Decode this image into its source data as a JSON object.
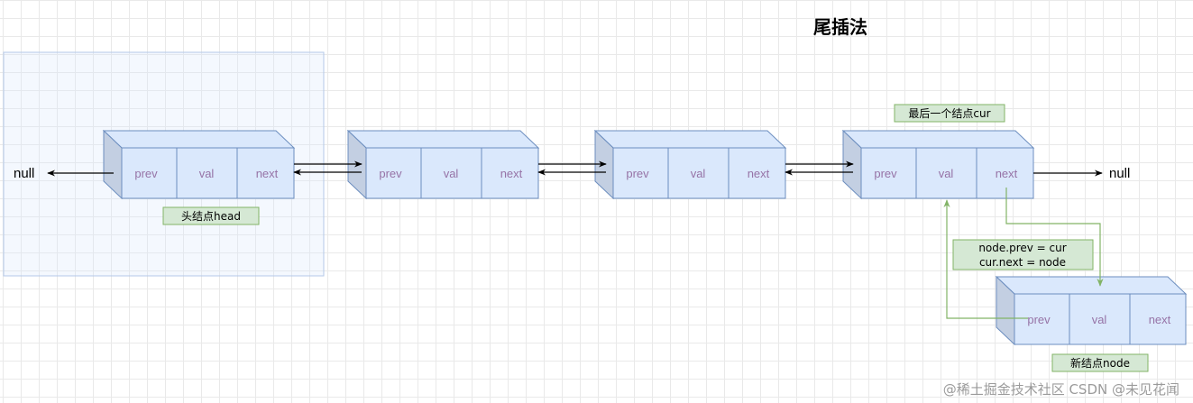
{
  "title": "尾插法",
  "fields": {
    "prev": "prev",
    "val": "val",
    "next": "next"
  },
  "null_text": "null",
  "labels": {
    "head": "头结点head",
    "last": "最后一个结点cur",
    "assign_line1": "node.prev = cur",
    "assign_line2": "cur.next = node",
    "new_node": "新结点node"
  },
  "watermark": "@稀土掘金技术社区 CSDN @未见花闻",
  "colors": {
    "node_fill": "#dae8fc",
    "node_side": "#c3cfe2",
    "node_stroke": "#6c8ebf",
    "label_fill": "#d5e8d4",
    "label_stroke": "#82b366",
    "green_arrow": "#82b366",
    "highlight_fill": "#dae8fc",
    "highlight_stroke": "#b5c9e8"
  }
}
